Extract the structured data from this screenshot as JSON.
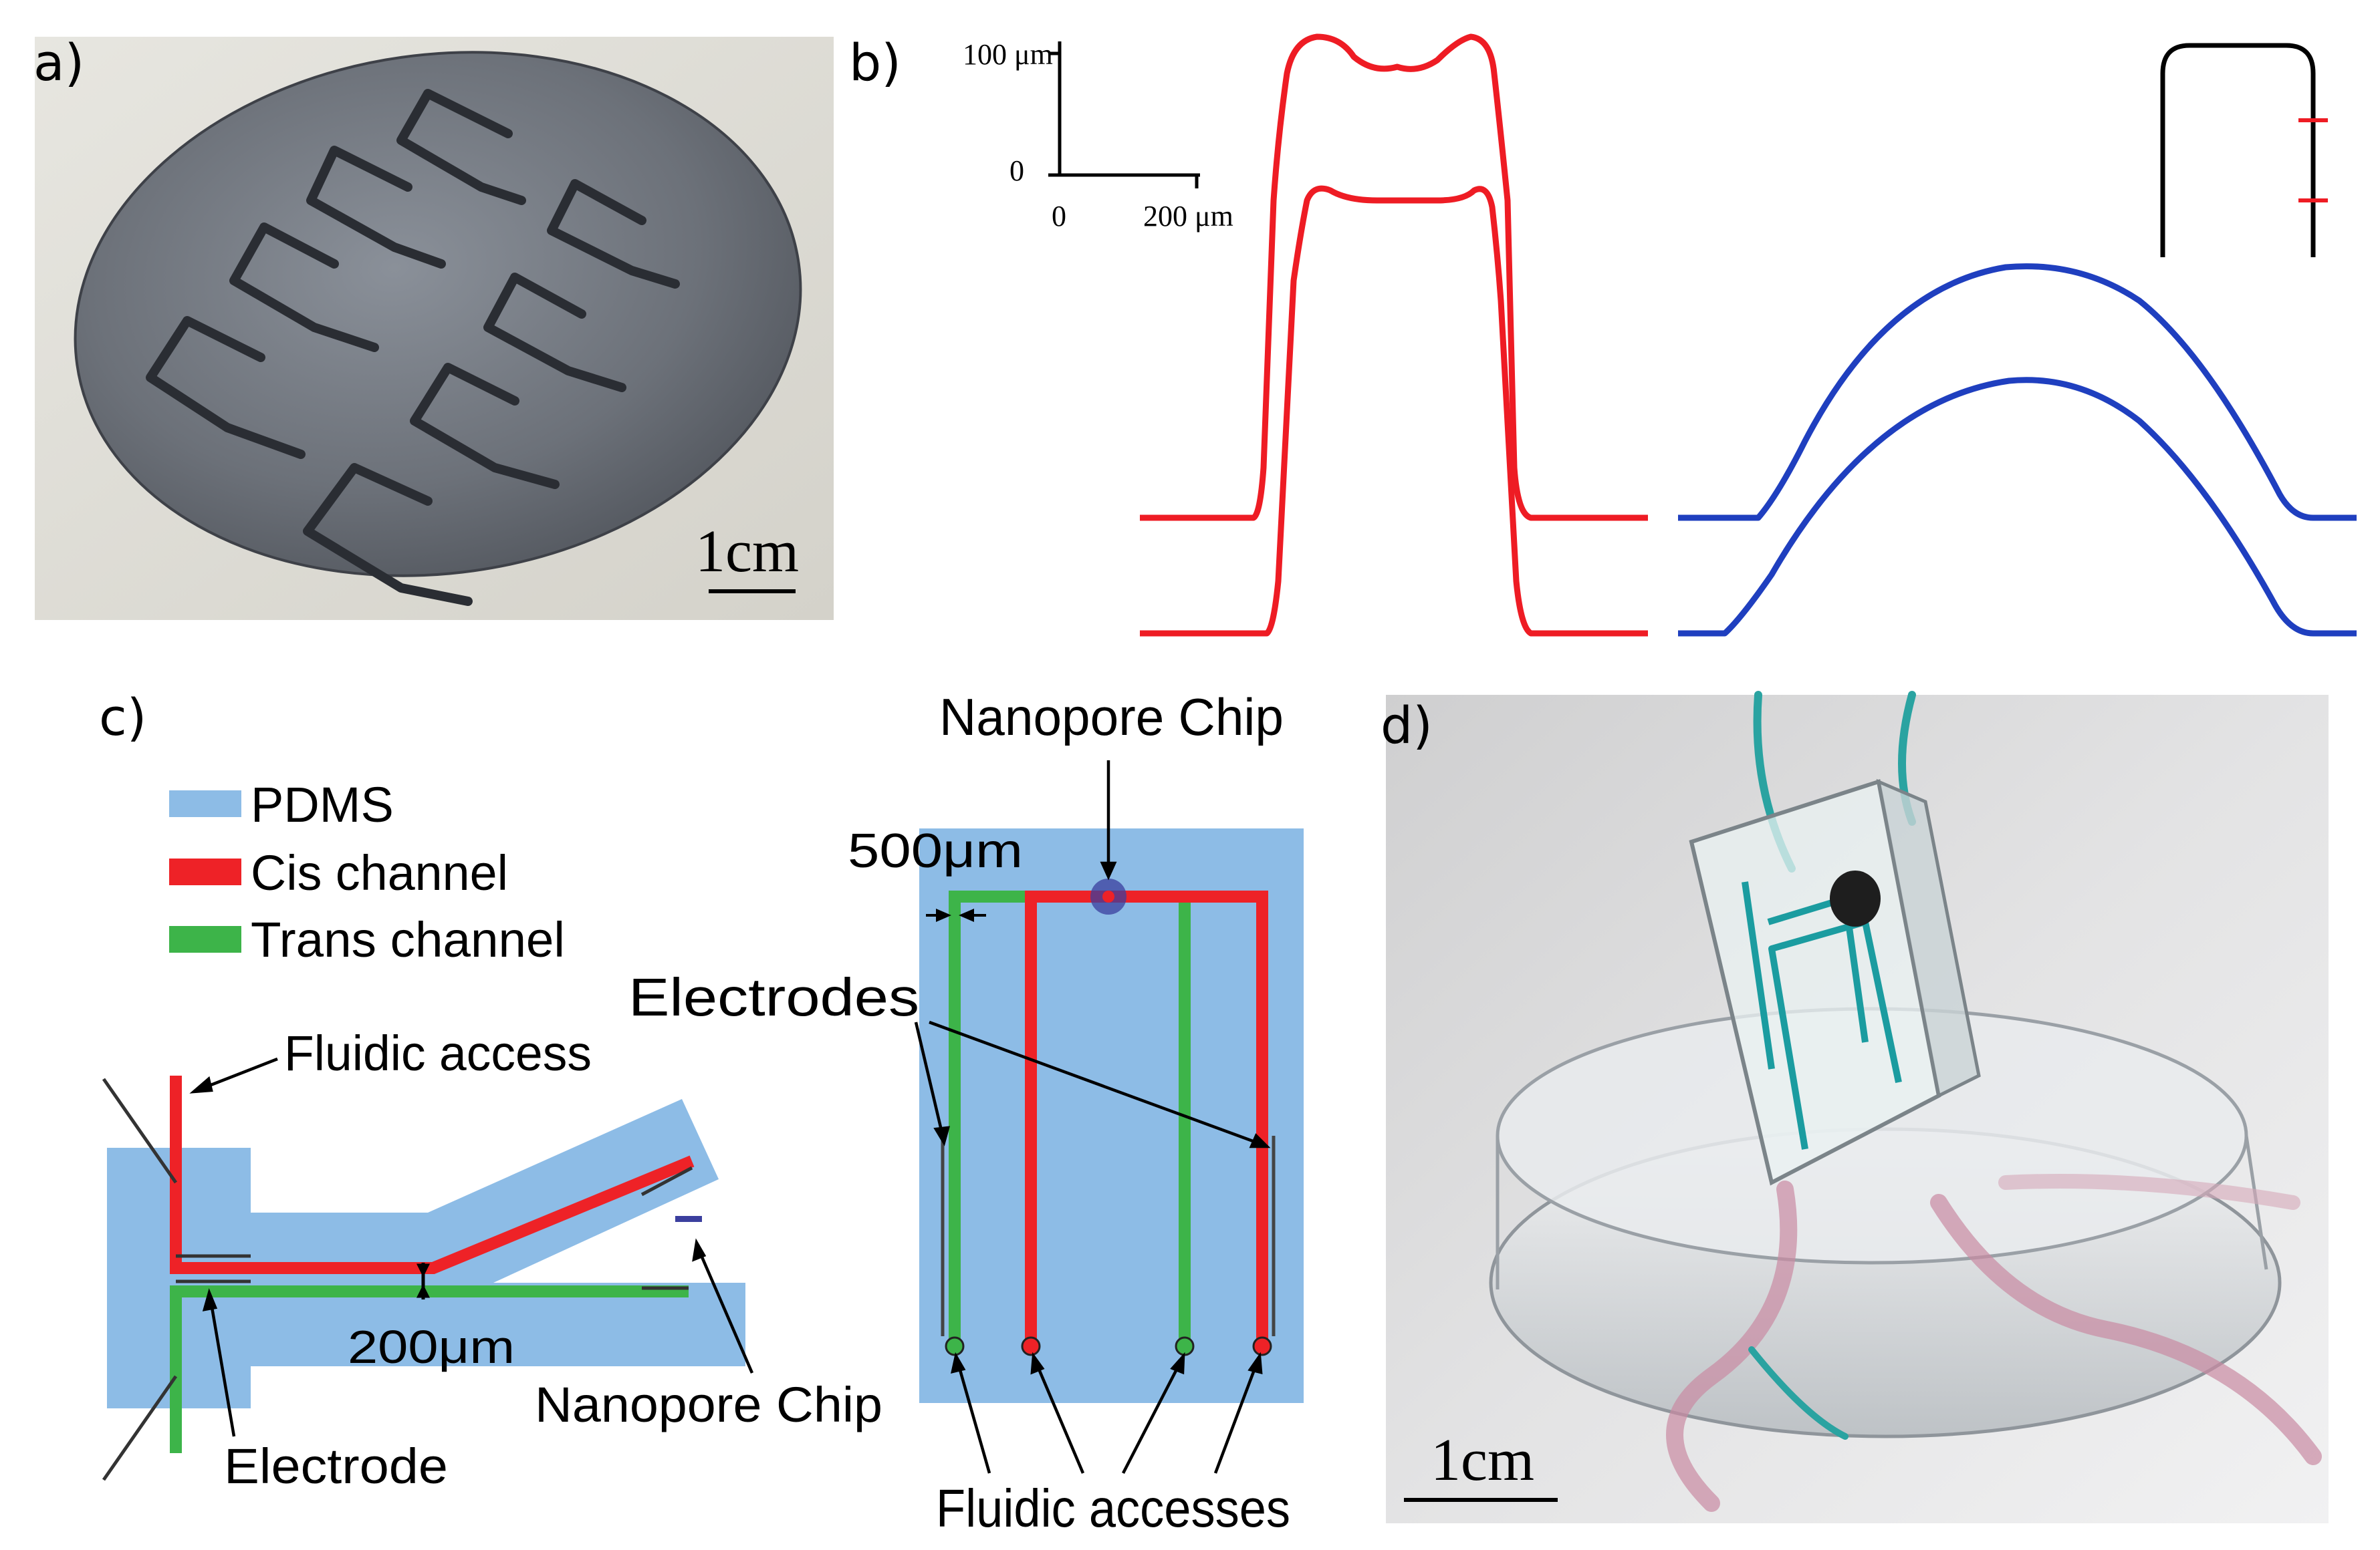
{
  "panels": {
    "a": {
      "label": "a)",
      "scale_bar": "1cm"
    },
    "b": {
      "label": "b)",
      "scale": {
        "y_top": "100 μm",
        "y_zero": "0",
        "x_zero": "0",
        "x_right": "200 μm"
      }
    },
    "c": {
      "label": "c)",
      "legend": [
        {
          "name": "PDMS",
          "color": "#8DBCE6"
        },
        {
          "name": "Cis channel",
          "color": "#EE2227"
        },
        {
          "name": "Trans channel",
          "color": "#3DB449"
        }
      ],
      "side_view": {
        "fluidic_access": "Fluidic access",
        "width_label": "200μm",
        "electrode": "Electrode",
        "nanopore_chip": "Nanopore Chip"
      },
      "top_view": {
        "nanopore_chip": "Nanopore Chip",
        "width_label": "500μm",
        "electrodes": "Electrodes",
        "fluidic_accesses": "Fluidic accesses"
      }
    },
    "d": {
      "label": "d)",
      "scale_bar": "1cm"
    }
  },
  "colors": {
    "pdms": "#8DBCE6",
    "cis": "#EE2227",
    "trans": "#3DB449",
    "profile_red": "#EE1C24",
    "profile_blue": "#1F3FBF",
    "chip": "#3B3F9E"
  }
}
